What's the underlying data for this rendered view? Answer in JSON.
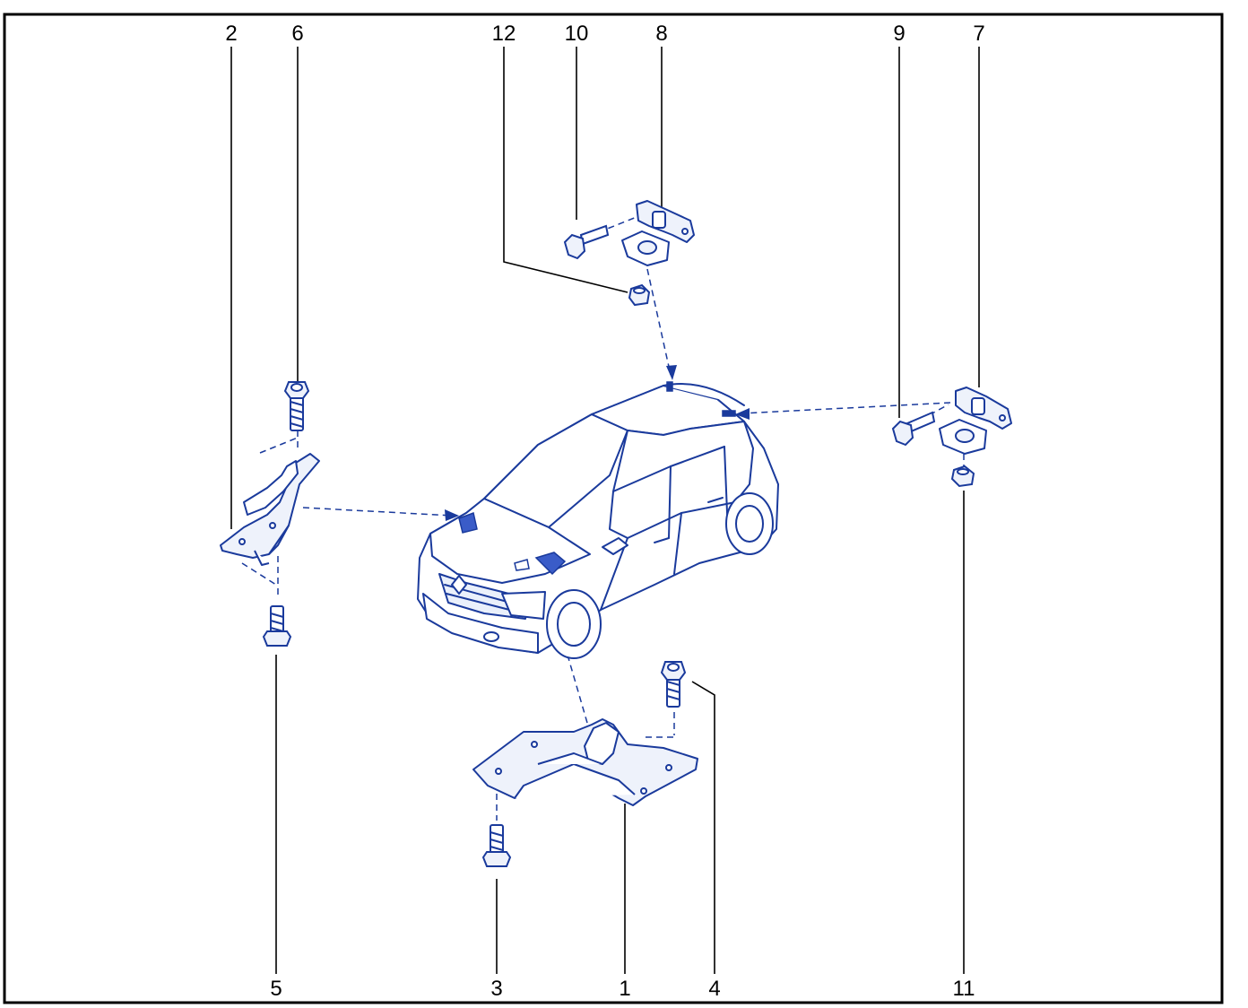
{
  "diagram": {
    "colors": {
      "line": "#1a3a9c",
      "fill": "#e6ecfa",
      "leader": "#000000",
      "border": "#000000",
      "background": "#ffffff"
    },
    "callouts": {
      "c1": "1",
      "c2": "2",
      "c3": "3",
      "c4": "4",
      "c5": "5",
      "c6": "6",
      "c7": "7",
      "c8": "8",
      "c9": "9",
      "c10": "10",
      "c11": "11",
      "c12": "12"
    }
  }
}
